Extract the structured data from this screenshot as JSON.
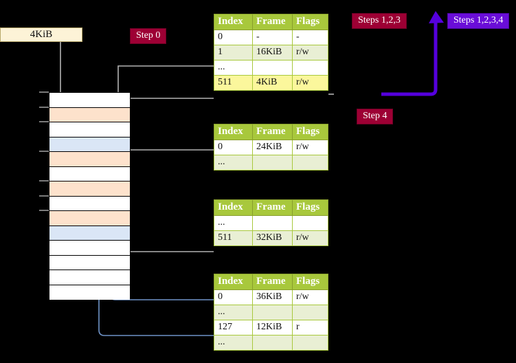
{
  "labels": {
    "kib_box": "4KiB",
    "step0": "Step 0",
    "steps123": "Steps 1,2,3",
    "steps1234": "Steps 1,2,3,4",
    "step4": "Step 4"
  },
  "colors": {
    "badge_dark": "#9d0034",
    "badge_purple": "#6a0dd8",
    "table_header_green": "#a8c83c",
    "table_alt_row": "#e9efd4",
    "highlight_yellow": "#fbf79c",
    "memory_peach": "#fde2cc",
    "memory_blue": "#dae6f6",
    "kib_box_bg": "#fdf3d7",
    "connector_gray": "#b3b3b3",
    "connector_blue": "#6f93c7",
    "arrow_blue": "#3d6ea8",
    "arrow_purple": "#5500dd",
    "background": "#000000"
  },
  "columns": [
    "Index",
    "Frame",
    "Flags"
  ],
  "tables": [
    {
      "id": "table1",
      "rows": [
        {
          "index": "0",
          "frame": "-",
          "flags": "-",
          "style": "plain",
          "highlight": false
        },
        {
          "index": "1",
          "frame": "16KiB",
          "flags": "r/w",
          "style": "alt",
          "highlight": false
        },
        {
          "index": "...",
          "frame": "",
          "flags": "",
          "style": "plain",
          "highlight": false
        },
        {
          "index": "511",
          "frame": "4KiB",
          "flags": "r/w",
          "style": "alt",
          "highlight": true
        }
      ]
    },
    {
      "id": "table2",
      "rows": [
        {
          "index": "0",
          "frame": "24KiB",
          "flags": "r/w",
          "style": "plain",
          "highlight": false
        },
        {
          "index": "...",
          "frame": "",
          "flags": "",
          "style": "alt",
          "highlight": false
        }
      ]
    },
    {
      "id": "table3",
      "rows": [
        {
          "index": "...",
          "frame": "",
          "flags": "",
          "style": "plain",
          "highlight": false
        },
        {
          "index": "511",
          "frame": "32KiB",
          "flags": "r/w",
          "style": "alt",
          "highlight": false
        }
      ]
    },
    {
      "id": "table4",
      "rows": [
        {
          "index": "0",
          "frame": "36KiB",
          "flags": "r/w",
          "style": "plain",
          "highlight": false
        },
        {
          "index": "...",
          "frame": "",
          "flags": "",
          "style": "alt",
          "highlight": false
        },
        {
          "index": "127",
          "frame": "12KiB",
          "flags": "r",
          "style": "plain",
          "highlight": false
        },
        {
          "index": "...",
          "frame": "",
          "flags": "",
          "style": "alt",
          "highlight": false
        }
      ]
    }
  ],
  "memory_column": {
    "rows": [
      {
        "fill": "white"
      },
      {
        "fill": "peach"
      },
      {
        "fill": "white"
      },
      {
        "fill": "blue"
      },
      {
        "fill": "peach"
      },
      {
        "fill": "white"
      },
      {
        "fill": "peach"
      },
      {
        "fill": "white"
      },
      {
        "fill": "peach"
      },
      {
        "fill": "blue"
      },
      {
        "fill": "white"
      },
      {
        "fill": "white"
      },
      {
        "fill": "white"
      },
      {
        "fill": "white"
      }
    ]
  }
}
